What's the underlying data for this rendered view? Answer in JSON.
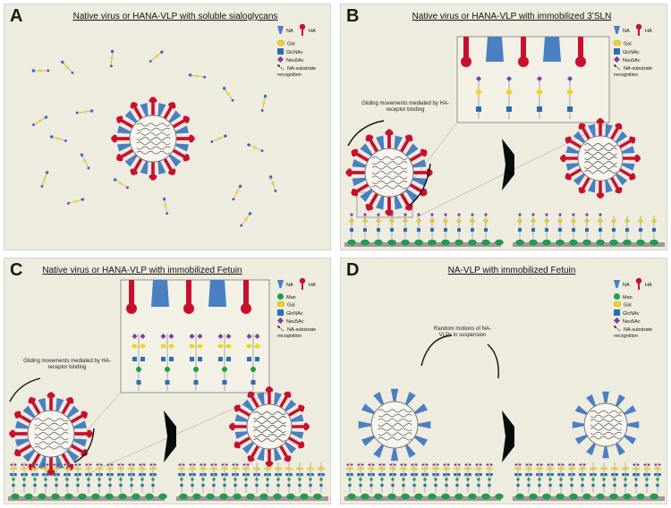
{
  "panels": {
    "A": {
      "letter": "A",
      "title": "Native virus or HANA-VLP with soluble sialoglycans"
    },
    "B": {
      "letter": "B",
      "title": "Native virus or HANA-VLP with immobilized 3’SLN",
      "annotation": "Gliding movements mediated by HA-receptor binding"
    },
    "C": {
      "letter": "C",
      "title": "Native virus or HANA-VLP with immobilized Fetuin",
      "annotation": "Gliding movements mediated by HA-receptor binding"
    },
    "D": {
      "letter": "D",
      "title": "NA-VLP with immobilized Fetuin",
      "annotation": "Random motions of NA-VLPs in suspension"
    }
  },
  "legend": {
    "na": "NA",
    "ha": "HA",
    "man": "Man",
    "gal": "Gal",
    "glcnac": "GlcNAc",
    "neu5ac": "Neu5Ac",
    "recognition": "NA-substrate recognition"
  },
  "colors": {
    "na": "#4a7fc1",
    "ha": "#c8102e",
    "gal": "#f3d51a",
    "glcnac": "#2a6db0",
    "neu5ac": "#7b3fa0",
    "man": "#1e9e4a",
    "background": "#eeebdf"
  }
}
